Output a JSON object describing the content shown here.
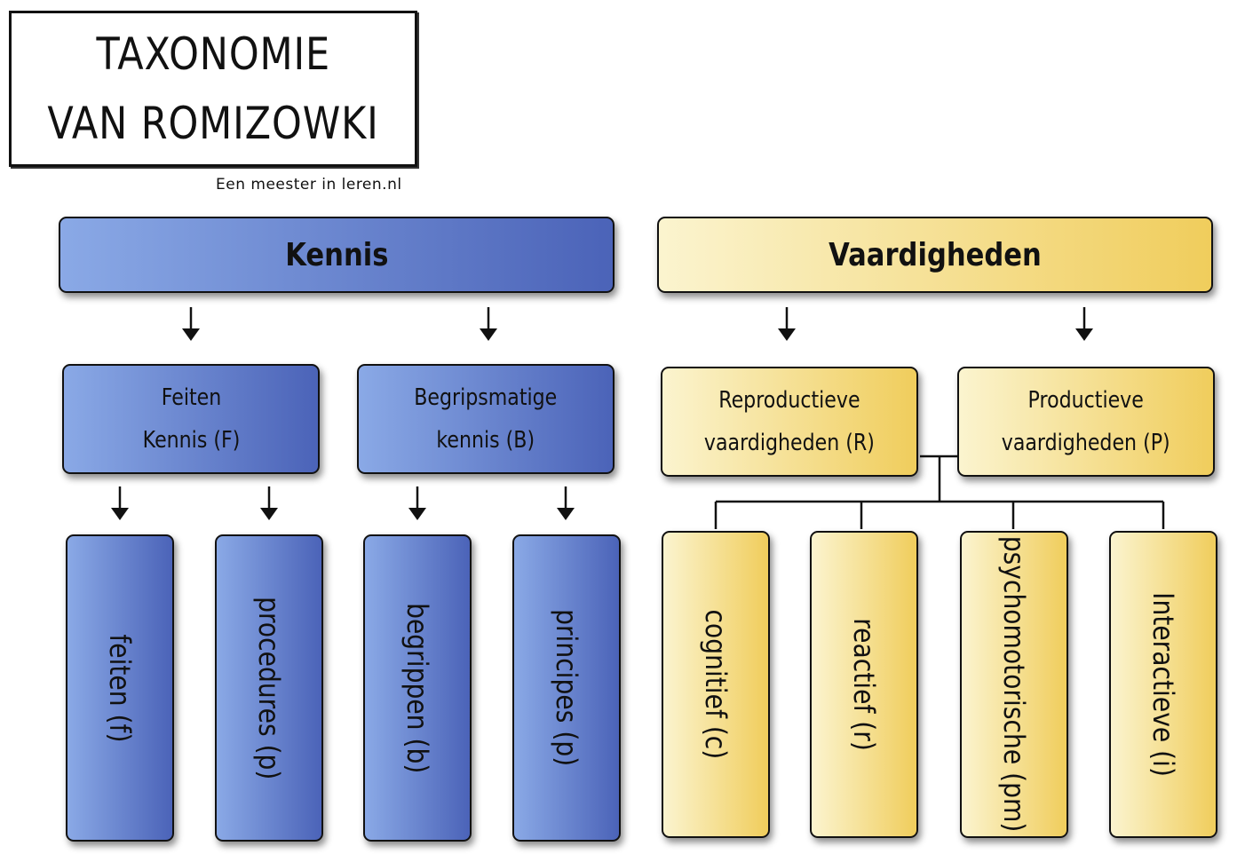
{
  "title": {
    "line1": "TAXONOMIE",
    "line2": "VAN ROMIZOWKI"
  },
  "credit": "Een meester in leren.nl",
  "colors": {
    "kennis_light": "#8aa9e6",
    "kennis_dark": "#4b63b8",
    "vaardigheden_light": "#fbf4cf",
    "vaardigheden_dark": "#f0cd5c"
  },
  "kennis": {
    "label": "Kennis",
    "feiten_kennis": {
      "line1": "Feiten",
      "line2": "Kennis (F)"
    },
    "begripsmatige_kennis": {
      "line1": "Begripsmatige",
      "line2": "kennis (B)"
    },
    "leaves": {
      "feiten": "feiten (f)",
      "procedures": "procedures (p)",
      "begrippen": "begrippen (b)",
      "principes": "principes (p)"
    }
  },
  "vaardigheden": {
    "label": "Vaardigheden",
    "reproductieve": {
      "line1": "Reproductieve",
      "line2": "vaardigheden (R)"
    },
    "productieve": {
      "line1": "Productieve",
      "line2": "vaardigheden (P)"
    },
    "leaves": {
      "cognitief": "cognitief (c)",
      "reactief": "reactief (r)",
      "psychomotorische": "psychomotorische (pm)",
      "interactieve": "Interactieve (i)"
    }
  }
}
